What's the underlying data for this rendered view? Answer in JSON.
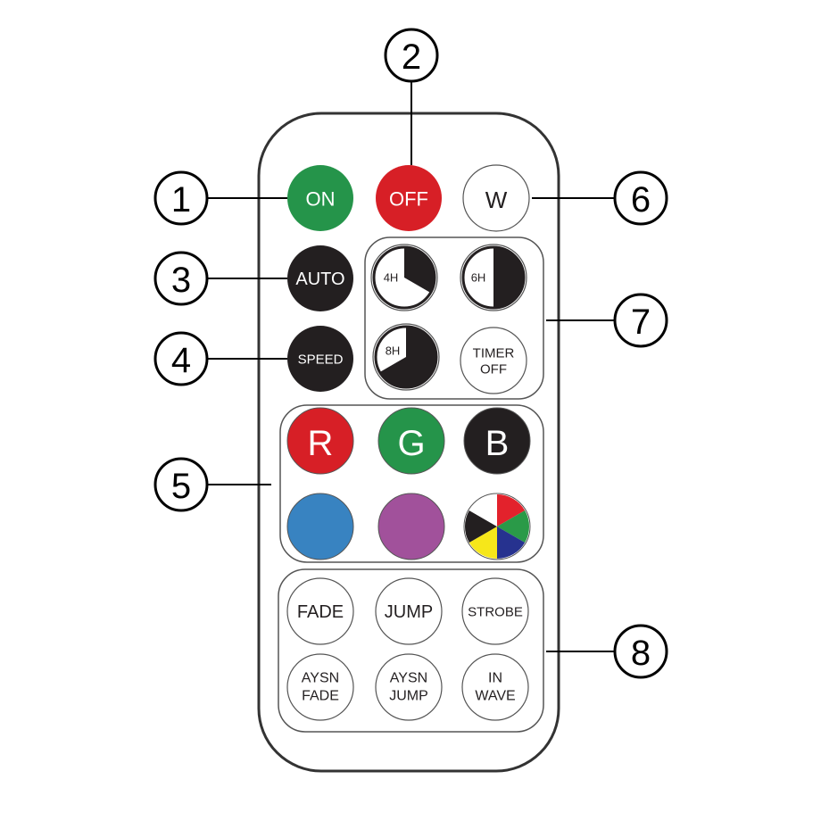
{
  "colors": {
    "on": "#25944a",
    "off": "#d71f26",
    "white": "#ffffff",
    "black": "#231f20",
    "red": "#d71f26",
    "green": "#25944a",
    "blue_btn": "#3883c1",
    "purple": "#a1519b",
    "wheel_red": "#e3222c",
    "wheel_green": "#2a9a48",
    "wheel_blue": "#26328f",
    "wheel_yellow": "#f6e71a",
    "outline": "#444444"
  },
  "callouts": {
    "c1": "1",
    "c2": "2",
    "c3": "3",
    "c4": "4",
    "c5": "5",
    "c6": "6",
    "c7": "7",
    "c8": "8"
  },
  "buttons": {
    "on": "ON",
    "off": "OFF",
    "w": "W",
    "auto": "AUTO",
    "speed": "SPEED",
    "timer_4h": "4H",
    "timer_6h": "6H",
    "timer_8h": "8H",
    "timer_off_1": "TIMER",
    "timer_off_2": "OFF",
    "r": "R",
    "g": "G",
    "b": "B",
    "fade": "FADE",
    "jump": "JUMP",
    "strobe": "STROBE",
    "aysn_fade_1": "AYSN",
    "aysn_fade_2": "FADE",
    "aysn_jump_1": "AYSN",
    "aysn_jump_2": "JUMP",
    "in_wave_1": "IN",
    "in_wave_2": "WAVE"
  }
}
